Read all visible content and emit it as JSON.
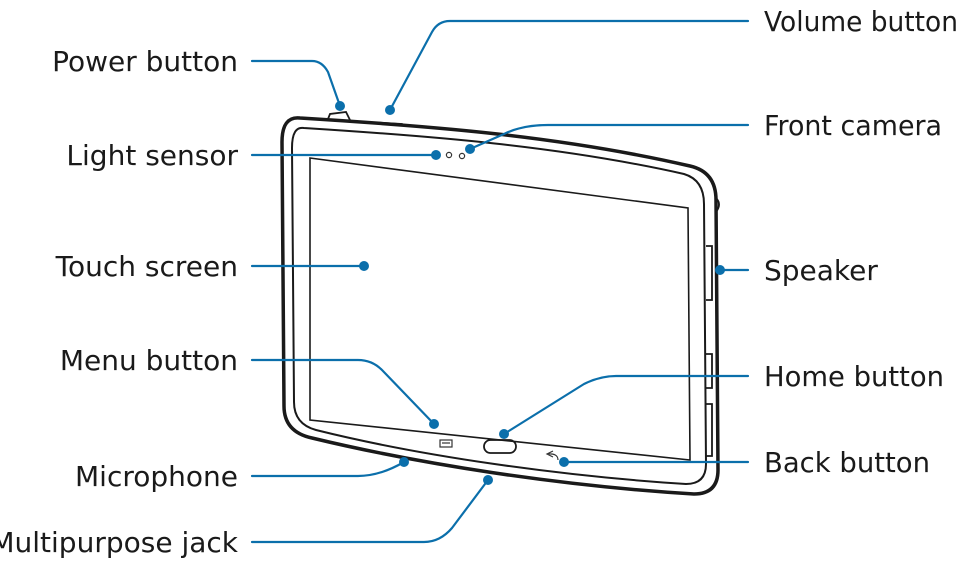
{
  "colors": {
    "accent": "#0b6fab",
    "outline": "#1a1a1a"
  },
  "labels": {
    "power_button": "Power button",
    "light_sensor": "Light sensor",
    "touch_screen": "Touch screen",
    "menu_button": "Menu button",
    "microphone": "Microphone",
    "multipurpose_jack": "Multipurpose jack",
    "volume_button": "Volume button",
    "front_camera": "Front camera",
    "speaker": "Speaker",
    "home_button": "Home button",
    "back_button": "Back button"
  }
}
